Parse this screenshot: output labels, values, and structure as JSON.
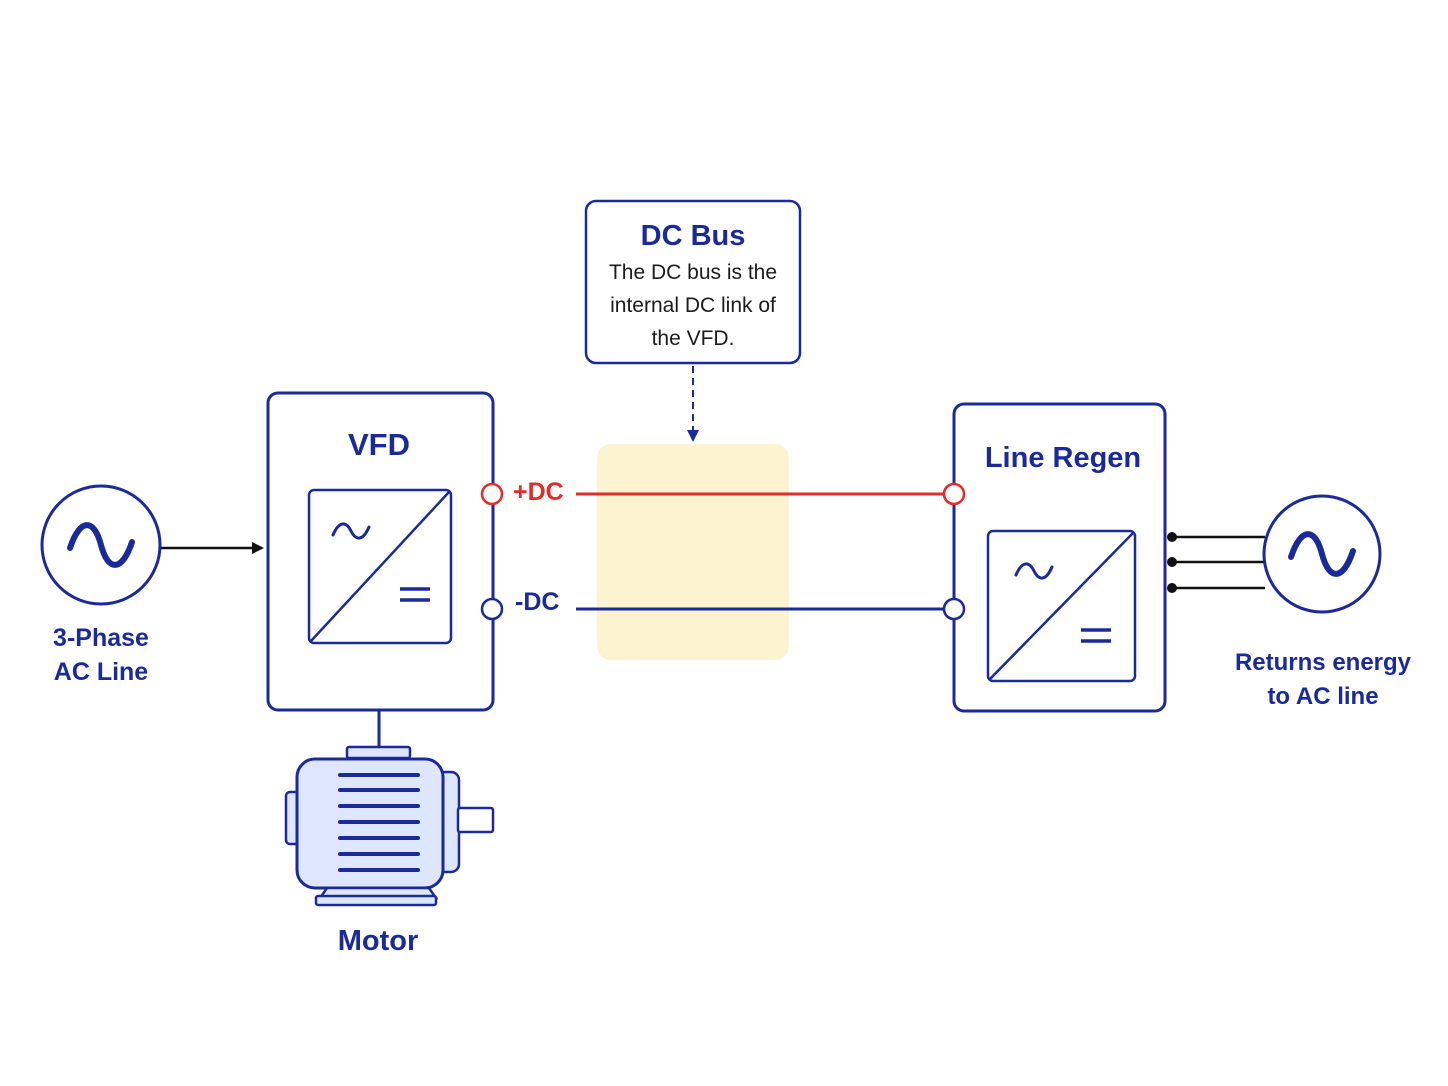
{
  "source": {
    "label_line1": "3-Phase",
    "label_line2": "AC Line",
    "symbol": "ac-source-sine-icon"
  },
  "vfd": {
    "title": "VFD",
    "symbol": "ac-dc-converter-icon"
  },
  "callout": {
    "title": "DC Bus",
    "text_line1": "The DC bus is the",
    "text_line2": "internal DC link of",
    "text_line3": "the VFD."
  },
  "dc_bus": {
    "positive_label": "+DC",
    "negative_label": "-DC"
  },
  "regen": {
    "title": "Line Regen",
    "symbol": "ac-dc-converter-icon"
  },
  "grid": {
    "label_line1": "Returns energy",
    "label_line2": "to AC line",
    "symbol": "ac-source-sine-icon"
  },
  "motor": {
    "label": "Motor",
    "symbol": "motor-icon"
  },
  "colors": {
    "primary": "#1a2a9a",
    "positive": "#e52a2a",
    "negative": "#1a2a9a",
    "bus_highlight": "#fdf3d0"
  }
}
